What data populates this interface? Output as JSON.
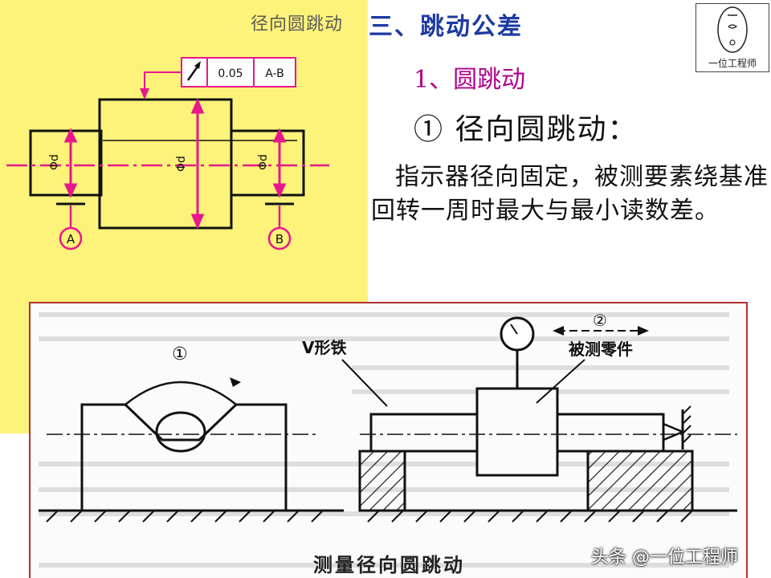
{
  "slide": {
    "behind_caption": "径向圆跳动",
    "section_title": "三、跳动公差",
    "subsection_title": "1、圆跳动",
    "item_title": "① 径向圆跳动：",
    "description": "指示器径向固定，被测要素绕基准回转一周时最大与最小读数差。"
  },
  "top_diagram": {
    "tolerance_value": "0.05",
    "datum_ref": "A-B",
    "datum_a": "A",
    "datum_b": "B",
    "dim_left": "Φd",
    "dim_mid": "Φd",
    "dim_right": "Φd"
  },
  "logo": {
    "text": "一位工程师"
  },
  "photo": {
    "label_1": "①",
    "label_2": "②",
    "label_v_block": "V形铁",
    "label_part": "被测零件",
    "caption": "测量径向圆跳动"
  },
  "watermark": "头条 @一位工程师",
  "colors": {
    "yellow_bg": "#fdf37a",
    "magenta": "#e8188c",
    "title_blue": "#1d3aa0",
    "subtitle_magenta": "#b0008a",
    "frame_red": "#b03030"
  }
}
